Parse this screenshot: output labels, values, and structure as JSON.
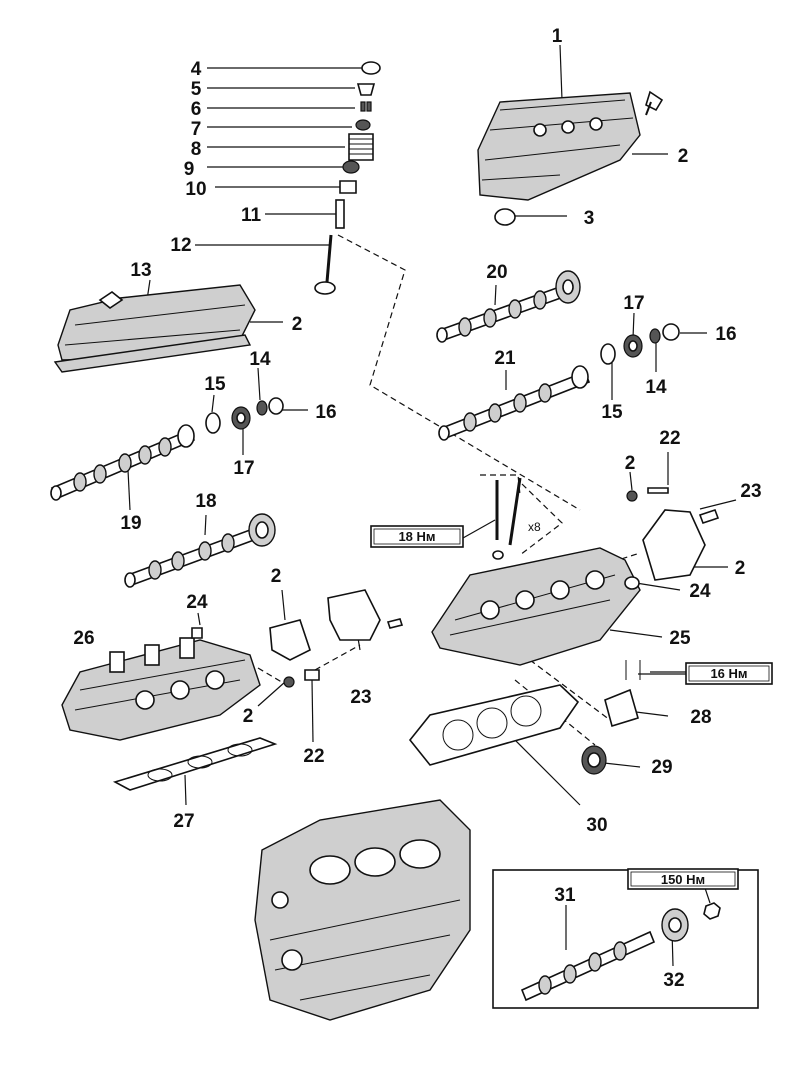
{
  "callouts": {
    "c1": "1",
    "c2a": "2",
    "c3": "3",
    "c4": "4",
    "c5": "5",
    "c6": "6",
    "c7": "7",
    "c8": "8",
    "c9": "9",
    "c10": "10",
    "c11": "11",
    "c12": "12",
    "c13": "13",
    "c2b": "2",
    "c14a": "14",
    "c15a": "15",
    "c16a": "16",
    "c17a": "17",
    "c19": "19",
    "c18": "18",
    "c20": "20",
    "c17b": "17",
    "c16b": "16",
    "c21": "21",
    "c15b": "15",
    "c14b": "14",
    "c22a": "22",
    "c2c": "2",
    "c23a": "23",
    "c2d": "2",
    "c24a": "24",
    "c25": "25",
    "c24b": "24",
    "c26": "26",
    "c2e": "2",
    "c23b": "23",
    "c2f": "2",
    "c22b": "22",
    "c27": "27",
    "c28": "28",
    "c29": "29",
    "c30": "30",
    "c31": "31",
    "c32": "32"
  },
  "torque_labels": {
    "t18": "18 Нм",
    "t16": "16 Нм",
    "t150": "150 Нм"
  },
  "multiplier": "x8"
}
